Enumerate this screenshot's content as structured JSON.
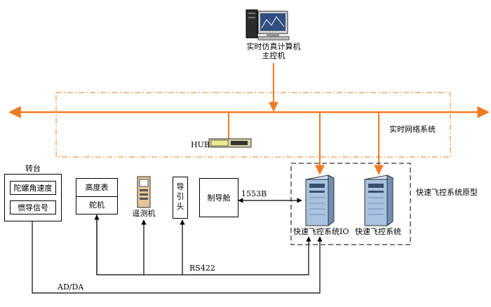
{
  "host": {
    "line1": "实时仿真计算机",
    "line2": "主控机"
  },
  "network": {
    "label": "实时网络系统",
    "hub": "HUB"
  },
  "turntable": {
    "title": "转台",
    "gyro": "陀螺角速度",
    "inertial": "惯导信号"
  },
  "altimeter": "高度表",
  "rudder": "舵机",
  "telemetry": "遥测机",
  "seeker": "导引头",
  "guidance_cabin": "制导舱",
  "bus_1553b": "1553B",
  "fcs_io": "快速飞控系统IO",
  "fcs": "快速飞控系统",
  "prototype_label": "快速飞控系统原型",
  "rs422": "RS422",
  "adda": "AD/DA",
  "colors": {
    "orange": "#f07a1e",
    "server": "#a8c2e0"
  }
}
